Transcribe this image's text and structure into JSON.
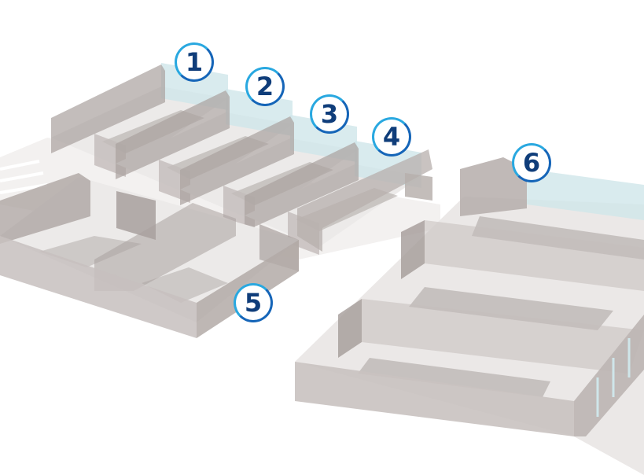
{
  "diagram": {
    "markers": [
      {
        "label": "1"
      },
      {
        "label": "2"
      },
      {
        "label": "3"
      },
      {
        "label": "4"
      },
      {
        "label": "5"
      },
      {
        "label": "6"
      }
    ],
    "colors": {
      "floor": "#eeebea",
      "wall": "#b3aaa7",
      "wall_dark": "#8f8683",
      "glass": "#cfe6ea",
      "marker_ring_light": "#29a8e0",
      "marker_ring_dark": "#1565b8",
      "marker_text": "#0f3d7a"
    }
  }
}
